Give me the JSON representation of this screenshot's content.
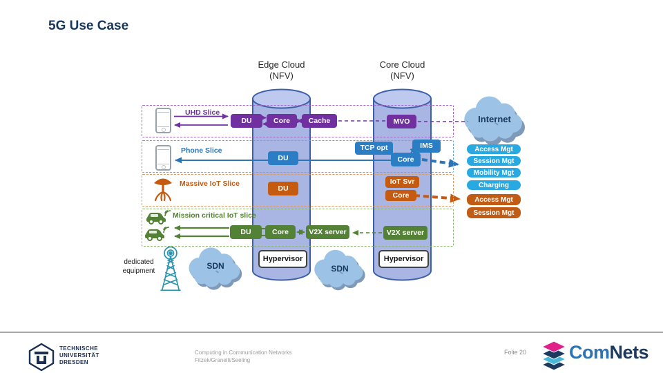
{
  "title": "5G Use Case",
  "clouds": {
    "edge_title": "Edge Cloud",
    "edge_sub": "(NFV)",
    "core_title": "Core Cloud",
    "core_sub": "(NFV)",
    "internet": "Internet",
    "sdn_left": "SDN",
    "sdn_mid": "SDN"
  },
  "slices": {
    "uhd": {
      "label": "UHD Slice",
      "du": "DU",
      "core": "Core",
      "cache": "Cache",
      "mvo": "MVO"
    },
    "phone": {
      "label": "Phone Slice",
      "du": "DU",
      "tcp_opt": "TCP opt",
      "ims": "IMS",
      "core": "Core"
    },
    "massive_iot": {
      "label": "Massive IoT Slice",
      "du": "DU",
      "iot_svr": "IoT Svr",
      "core": "Core"
    },
    "mission_critical": {
      "label": "Mission critical IoT slice",
      "du": "DU",
      "core": "Core",
      "v2x_edge": "V2X server",
      "v2x_core": "V2X server"
    }
  },
  "management": {
    "access_blue": "Access Mgt",
    "session_blue": "Session Mgt",
    "mobility": "Mobility Mgt",
    "charging": "Charging",
    "access_orange": "Access Mgt",
    "session_orange": "Session Mgt"
  },
  "infrastructure": {
    "hypervisor_edge": "Hypervisor",
    "hypervisor_core": "Hypervisor",
    "dedicated_equipment": "dedicated equipment"
  },
  "footer": {
    "course": "Computing in Communication Networks",
    "authors": "Fitzek/Granelli/Seeling",
    "page": "Folie 20",
    "brand_com": "Com",
    "brand_nets": "Nets",
    "university_line1": "TECHNISCHE",
    "university_line2": "UNIVERSITÄT",
    "university_line3": "DRESDEN"
  },
  "colors": {
    "uhd_purple": "#7030a0",
    "phone_blue": "#2b7ec4",
    "massive_iot_orange": "#c55a11",
    "mission_critical_green": "#538135",
    "management_blue": "#29a9e1",
    "cylinder_fill": "#a9b6e4",
    "cloud_fill": "#9cc3e5",
    "title_navy": "#17365d"
  },
  "icons": [
    "smartphone-icon",
    "iot-antenna-icon",
    "connected-car-icon",
    "radio-tower-icon",
    "internet-cloud",
    "sdn-cloud",
    "tu-dresden-logo",
    "comnets-logo"
  ]
}
